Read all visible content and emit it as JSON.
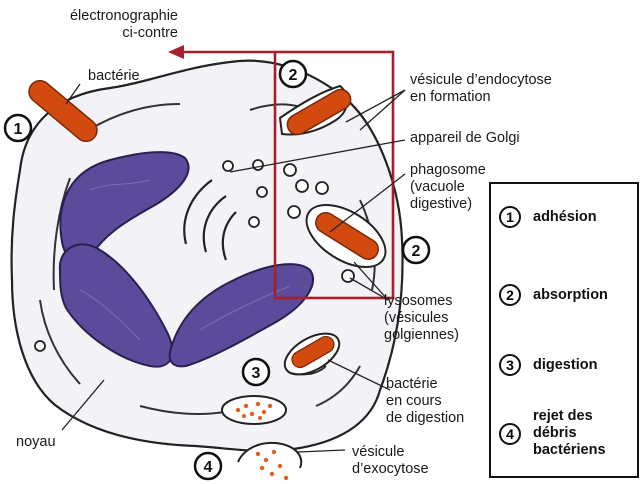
{
  "labels": {
    "electro": "électronographie\nci-contre",
    "bacterie": "bactérie",
    "vesicule_endocytose": "vésicule d’endocytose\nen formation",
    "golgi": "appareil de Golgi",
    "phagosome": "phagosome\n(vacuole\ndigestive)",
    "lysosomes": "lysosomes\n(vésicules\ngolgiennes)",
    "bacterie_digestion": "bactérie\nen cours\nde digestion",
    "vesicule_exocytose": "vésicule\nd’exocytose",
    "noyau": "noyau"
  },
  "step_markers": [
    "1",
    "2",
    "2",
    "3",
    "4"
  ],
  "legend": [
    {
      "num": "1",
      "text": "adhésion"
    },
    {
      "num": "2",
      "text": "absorption"
    },
    {
      "num": "3",
      "text": "digestion"
    },
    {
      "num": "4",
      "text": "rejet des\ndébris\nbactériens"
    }
  ],
  "colors": {
    "bacteria": "#d24a10",
    "nucleus": "#5c4b9a",
    "frame": "#a51f2c",
    "debris": "#e06020"
  }
}
